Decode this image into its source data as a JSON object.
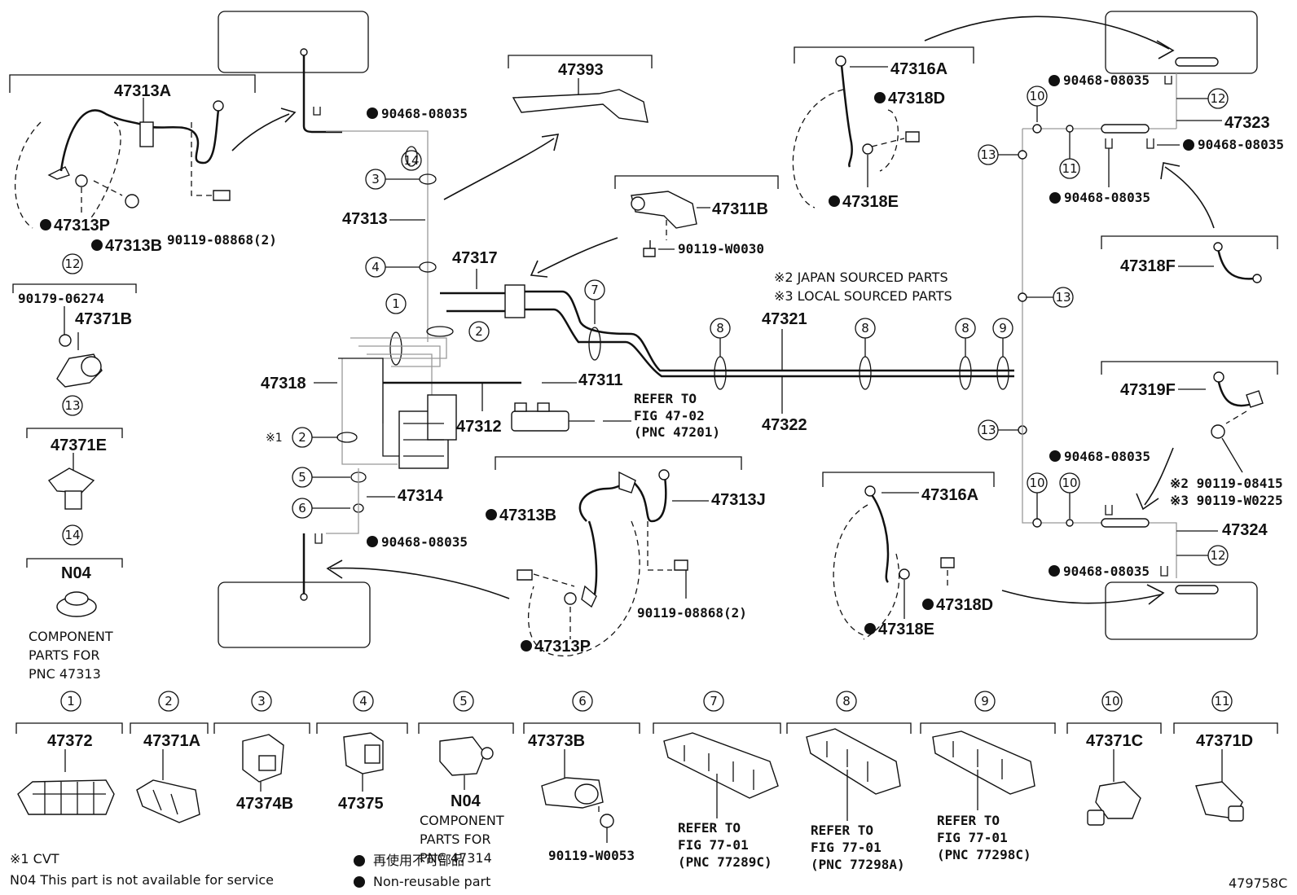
{
  "diagram_code": "479758C",
  "notes": {
    "star1": "※1 CVT",
    "n04": "N04 This part is not available for service",
    "japan": "※2 JAPAN SOURCED PARTS",
    "local": "※3 LOCAL SOURCED PARTS",
    "nonreuse_jp": "再使用不可部品",
    "nonreuse_en": "Non-reusable part"
  },
  "refs": {
    "fig4702": [
      "REFER TO",
      "FIG 47-02",
      "(PNC 47201)"
    ],
    "c7": [
      "REFER TO",
      "FIG 77-01",
      "(PNC 77289C)"
    ],
    "c8": [
      "REFER TO",
      "FIG 77-01",
      "(PNC 77298A)"
    ],
    "c9": [
      "REFER TO",
      "FIG 77-01",
      "(PNC 77298C)"
    ]
  },
  "component_parts": {
    "a": [
      "COMPONENT",
      "PARTS FOR",
      "PNC 47313"
    ],
    "b": [
      "COMPONENT",
      "PARTS FOR",
      "PNC 47314"
    ]
  },
  "labels": {
    "p47313A": "47313A",
    "p47313P": "47313P",
    "p47313B": "47313B",
    "p9011908868": "90119-08868(2)",
    "p9017906274": "90179-06274",
    "p47371B": "47371B",
    "p47371E": "47371E",
    "pN04": "N04",
    "p9046808035": "90468-08035",
    "p47313": "47313",
    "p47393": "47393",
    "p47317": "47317",
    "p47311B": "47311B",
    "p90119W0030": "90119-W0030",
    "p47318": "47318",
    "p47311": "47311",
    "p47312": "47312",
    "p47314": "47314",
    "p47313J": "47313J",
    "p47321": "47321",
    "p47322": "47322",
    "p47316A": "47316A",
    "p47318D": "47318D",
    "p47318E": "47318E",
    "p47323": "47323",
    "p47318F": "47318F",
    "p47319F": "47319F",
    "p9011908415": "※2 90119-08415",
    "p90119W0225": "※3 90119-W0225",
    "p47324": "47324",
    "p47372": "47372",
    "p47371A": "47371A",
    "p47374B": "47374B",
    "p47375": "47375",
    "p47373B": "47373B",
    "p90119W0053": "90119-W0053",
    "p47371C": "47371C",
    "p47371D": "47371D",
    "star1mark": "※1"
  },
  "circles": [
    "1",
    "2",
    "3",
    "4",
    "5",
    "6",
    "7",
    "8",
    "9",
    "10",
    "11",
    "12",
    "13",
    "14"
  ]
}
